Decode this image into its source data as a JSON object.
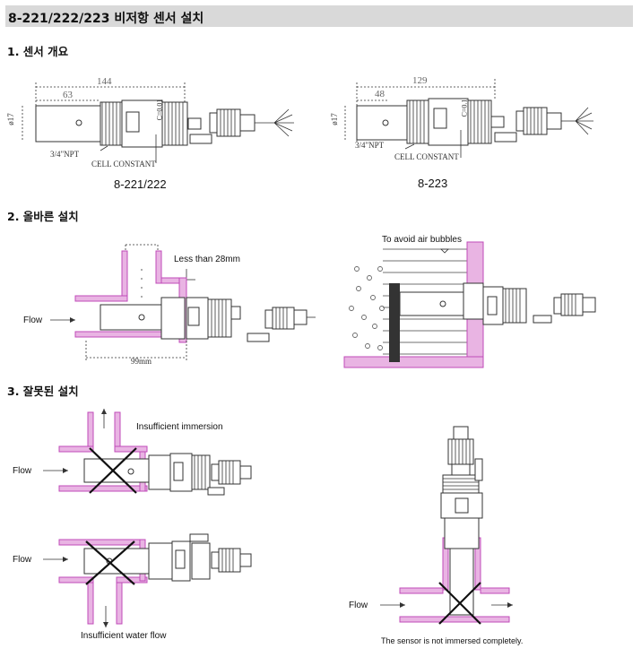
{
  "title": "8-221/222/223 비저항 센서 설치",
  "sections": {
    "overview": "1. 센서 개요",
    "correct": "2. 올바른 설치",
    "wrong": "3. 잘못된 설치"
  },
  "overview": {
    "left": {
      "caption": "8-221/222",
      "dim_total": "144",
      "dim_body": "63",
      "dia": "ø17",
      "npt": "3/4\"NPT",
      "cell": "CELL CONSTANT",
      "marking": "C=0.01"
    },
    "right": {
      "caption": "8-223",
      "dim_total": "129",
      "dim_body": "48",
      "dia": "ø17",
      "npt": "3/4\"NPT",
      "cell": "CELL CONSTANT",
      "marking": "C=0.1"
    }
  },
  "correct": {
    "flow": "Flow",
    "less_than": "Less than 28mm",
    "length": "99mm",
    "avoid_air": "To avoid air bubbles"
  },
  "wrong": {
    "flow1": "Flow",
    "insufficient_immersion": "Insufficient immersion",
    "flow2": "Flow",
    "insufficient_flow": "Insufficient water flow",
    "flow3": "Flow",
    "not_immersed": "The sensor is not immersed completely."
  },
  "colors": {
    "header_bg": "#d9d9d9",
    "pipe": "#c04bb8",
    "pipe_fill": "#e9b4e3"
  }
}
